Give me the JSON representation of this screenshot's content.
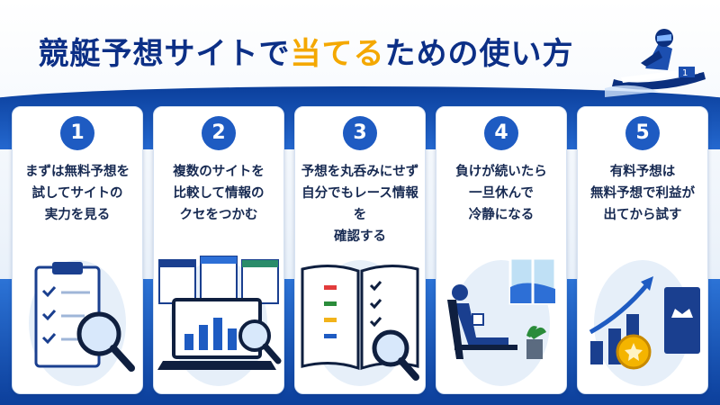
{
  "title": {
    "part1": "競艇予想サイトで",
    "highlight": "当てる",
    "part2": "ための使い方"
  },
  "cards": [
    {
      "number": "1",
      "lines": [
        "まずは無料予想を",
        "試してサイトの",
        "実力を見る"
      ],
      "icon": "clipboard-magnifier-icon"
    },
    {
      "number": "2",
      "lines": [
        "複数のサイトを",
        "比較して情報の",
        "クセをつかむ"
      ],
      "icon": "laptop-chart-icon"
    },
    {
      "number": "3",
      "lines": [
        "予想を丸呑みにせず",
        "自分でもレース情報を",
        "確認する"
      ],
      "icon": "open-book-magnifier-icon"
    },
    {
      "number": "4",
      "lines": [
        "負けが続いたら",
        "一旦休んで",
        "冷静になる"
      ],
      "icon": "person-resting-icon"
    },
    {
      "number": "5",
      "lines": [
        "有料予想は",
        "無料予想で利益が",
        "出てから試す"
      ],
      "icon": "rising-chart-coin-icon"
    }
  ],
  "colors": {
    "navy": "#0c2f86",
    "accent": "#f4a800",
    "badge": "#1e5bc2"
  }
}
